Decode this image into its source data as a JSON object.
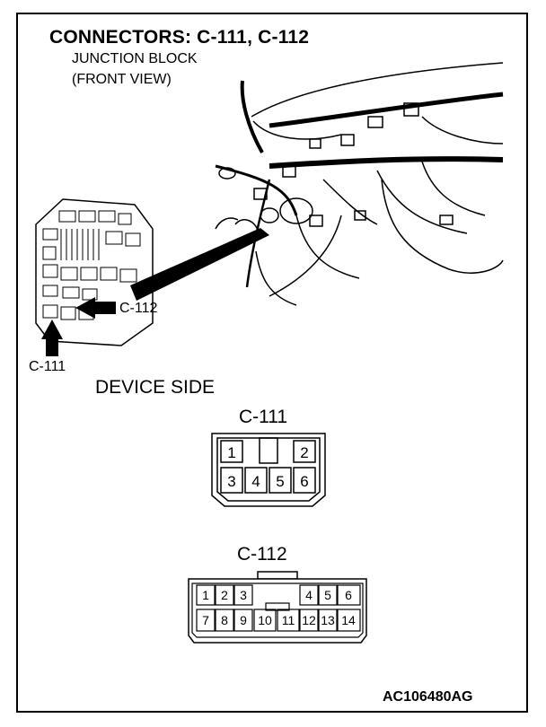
{
  "title": "CONNECTORS: C-111, C-112",
  "subtitle_line1": "JUNCTION BLOCK",
  "subtitle_line2": "(FRONT VIEW)",
  "callouts": {
    "c111": "C-111",
    "c112": "C-112"
  },
  "device_side_label": "DEVICE SIDE",
  "connectors": [
    {
      "name": "C-111",
      "pins": [
        "1",
        "2",
        "3",
        "4",
        "5",
        "6"
      ]
    },
    {
      "name": "C-112",
      "pins": [
        "1",
        "2",
        "3",
        "4",
        "5",
        "6",
        "7",
        "8",
        "9",
        "10",
        "11",
        "12",
        "13",
        "14"
      ]
    }
  ],
  "figure_id": "AC106480AG"
}
